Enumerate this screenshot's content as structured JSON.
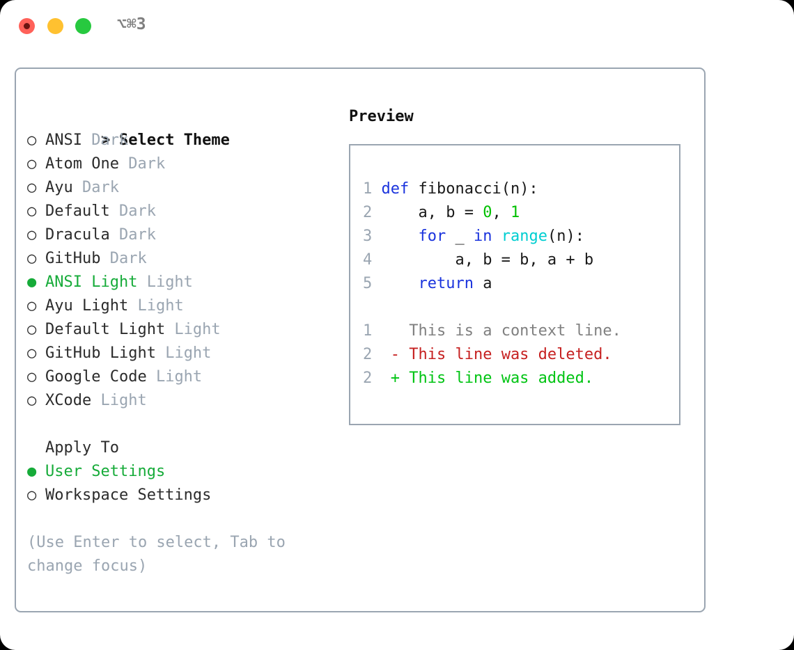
{
  "titlebar": {
    "shortcut": "⌥⌘3",
    "buttons": [
      {
        "name": "close",
        "color": "#ff6159"
      },
      {
        "name": "minimize",
        "color": "#ffc130"
      },
      {
        "name": "maximize",
        "color": "#27c93f"
      }
    ]
  },
  "theme_picker": {
    "heading_marker": "> ",
    "heading": "Select Theme",
    "marker_unselected": "○ ",
    "marker_selected": "● ",
    "items": [
      {
        "name": "ANSI",
        "variant": "Dark",
        "selected": false
      },
      {
        "name": "Atom One",
        "variant": "Dark",
        "selected": false
      },
      {
        "name": "Ayu",
        "variant": "Dark",
        "selected": false
      },
      {
        "name": "Default",
        "variant": "Dark",
        "selected": false
      },
      {
        "name": "Dracula",
        "variant": "Dark",
        "selected": false
      },
      {
        "name": "GitHub",
        "variant": "Dark",
        "selected": false
      },
      {
        "name": "ANSI Light",
        "variant": "Light",
        "selected": true
      },
      {
        "name": "Ayu Light",
        "variant": "Light",
        "selected": false
      },
      {
        "name": "Default Light",
        "variant": "Light",
        "selected": false
      },
      {
        "name": "GitHub Light",
        "variant": "Light",
        "selected": false
      },
      {
        "name": "Google Code",
        "variant": "Light",
        "selected": false
      },
      {
        "name": "XCode",
        "variant": "Light",
        "selected": false
      }
    ]
  },
  "apply_to": {
    "heading": "Apply To",
    "options": [
      {
        "label": "User Settings",
        "selected": true
      },
      {
        "label": "Workspace Settings",
        "selected": false
      }
    ]
  },
  "hint": "(Use Enter to select, Tab to change focus)",
  "preview": {
    "title": "Preview",
    "code_lines": [
      {
        "number": "1",
        "tokens": [
          {
            "t": "def",
            "c": "kw"
          },
          {
            "t": " fibonacci(n):",
            "c": "id"
          }
        ]
      },
      {
        "number": "2",
        "tokens": [
          {
            "t": "    a, b = ",
            "c": "id"
          },
          {
            "t": "0",
            "c": "num"
          },
          {
            "t": ", ",
            "c": "id"
          },
          {
            "t": "1",
            "c": "num"
          }
        ]
      },
      {
        "number": "3",
        "tokens": [
          {
            "t": "    ",
            "c": "id"
          },
          {
            "t": "for",
            "c": "kw"
          },
          {
            "t": " _ ",
            "c": "id"
          },
          {
            "t": "in",
            "c": "kw"
          },
          {
            "t": " ",
            "c": "id"
          },
          {
            "t": "range",
            "c": "bi"
          },
          {
            "t": "(n):",
            "c": "id"
          }
        ]
      },
      {
        "number": "4",
        "tokens": [
          {
            "t": "        a, b = b, a + b",
            "c": "id"
          }
        ]
      },
      {
        "number": "5",
        "tokens": [
          {
            "t": "    ",
            "c": "id"
          },
          {
            "t": "return",
            "c": "kw"
          },
          {
            "t": " a",
            "c": "id"
          }
        ]
      }
    ],
    "diff_lines": [
      {
        "number": "1",
        "sign": " ",
        "text": " This is a context line.",
        "kind": "ctx"
      },
      {
        "number": "2",
        "sign": "-",
        "text": " This line was deleted.",
        "kind": "del"
      },
      {
        "number": "2",
        "sign": "+",
        "text": " This line was added.",
        "kind": "add"
      }
    ]
  },
  "colors": {
    "accent_green": "#16ab39",
    "border": "#9aa5b1",
    "muted": "#9aa5b1",
    "keyword": "#1a33dd",
    "builtin": "#00ced1",
    "number": "#00c000",
    "deleted": "#c62121",
    "added": "#00c413"
  }
}
